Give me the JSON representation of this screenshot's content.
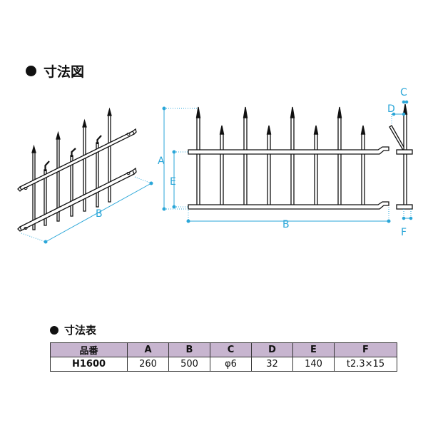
{
  "section_dimension_drawing": {
    "title": "寸法図"
  },
  "dimension_labels": {
    "A": "A",
    "B": "B",
    "C": "C",
    "D": "D",
    "E": "E",
    "F": "F"
  },
  "section_dimension_table": {
    "title": "寸法表"
  },
  "table": {
    "headers": [
      "品番",
      "A",
      "B",
      "C",
      "D",
      "E",
      "F"
    ],
    "rows": [
      [
        "H1600",
        "260",
        "500",
        "φ6",
        "32",
        "140",
        "t2.3×15"
      ]
    ]
  },
  "colors": {
    "dimension_lines": "#2aa6d8",
    "table_header": "#c7b5cf"
  }
}
